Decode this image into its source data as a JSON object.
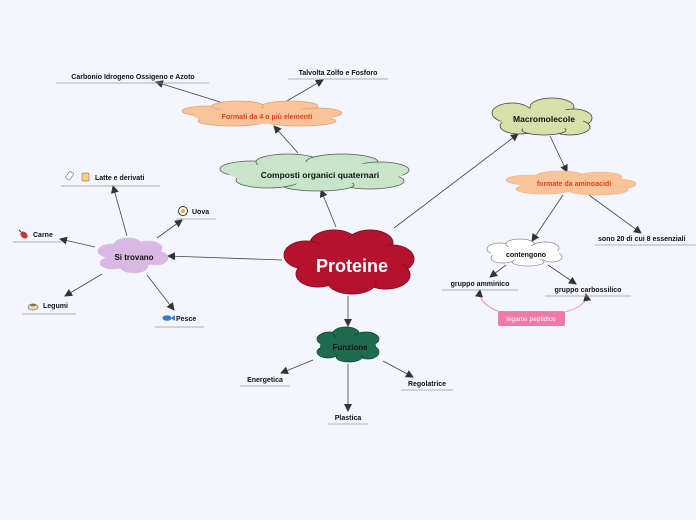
{
  "central": {
    "label": "Proteine"
  },
  "branches": {
    "composti": "Composti organici quaternari",
    "formati": "Formati da 4 o più elementi",
    "carbonio": "Carbonio Idrogeno Ossigeno e Azoto",
    "talvolta": "Talvolta Zolfo e Fosforo",
    "macromolecole": "Macromolecole",
    "formate": "formate da aminoacidi",
    "contengono": "contengono",
    "sono20": "sono 20 di cui 8 essenziali",
    "amminico": "gruppo amminico",
    "carbossilico": "gruppo carbossilico",
    "legame": "legame peptidico",
    "si_trovano": "Si trovano",
    "latte": "Latte e derivati",
    "uova": "Uova",
    "carne": "Carne",
    "legumi": "Legumi",
    "pesce": "Pesce",
    "funzione": "Funzione",
    "energetica": "Energetica",
    "regolatrice": "Regolatrice",
    "plastica": "Plastica"
  },
  "colors": {
    "central": "#b5122e",
    "green_cloud": "#c9e5c9",
    "orange_cloud": "#f9c49a",
    "olive_cloud": "#d6e0a8",
    "purple_cloud": "#d9b8e3",
    "teal_cloud": "#1e6b50",
    "pink_label": "#f07aa8",
    "red_text": "#e3401b"
  },
  "icons": {
    "latte": "milk-icon",
    "uova": "egg-icon",
    "carne": "meat-icon",
    "legumi": "legumes-icon",
    "pesce": "fish-icon"
  }
}
